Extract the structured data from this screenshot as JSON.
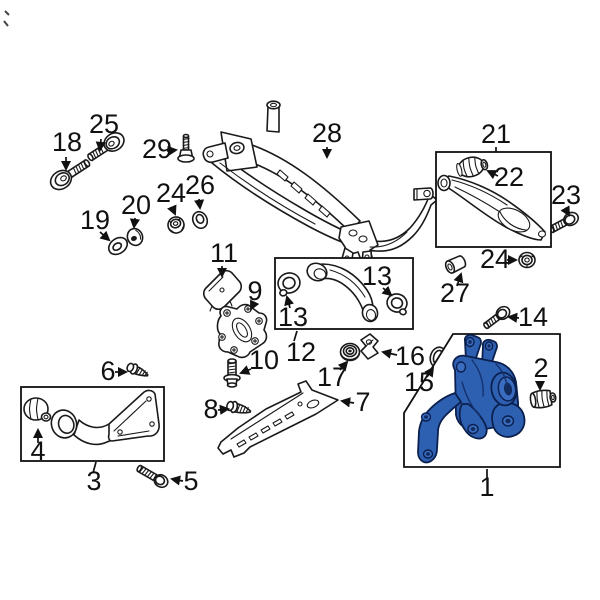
{
  "figure": {
    "type": "exploded-parts-diagram",
    "subject": "rear-suspension-components",
    "background_color": "#ffffff",
    "line_color": "#1a1a1a",
    "highlight_color": "#2e60b2",
    "highlighted_part_number": "1"
  },
  "callouts": [
    {
      "number": "18",
      "shape": "bolt"
    },
    {
      "number": "25",
      "shape": "bolt"
    },
    {
      "number": "29",
      "shape": "flange-screw"
    },
    {
      "number": "28",
      "shape": "crossmember"
    },
    {
      "number": "21",
      "shape": "lower-arm-group-box"
    },
    {
      "number": "22",
      "shape": "bushing"
    },
    {
      "number": "23",
      "shape": "bolt"
    },
    {
      "number": "24",
      "shape": "flange-nut"
    },
    {
      "number": "27",
      "shape": "sleeve"
    },
    {
      "number": "19",
      "shape": "washer"
    },
    {
      "number": "20",
      "shape": "grommet"
    },
    {
      "number": "24",
      "shape": "flange-nut"
    },
    {
      "number": "26",
      "shape": "washer"
    },
    {
      "number": "11",
      "shape": "cover-plate"
    },
    {
      "number": "9",
      "shape": "bracket"
    },
    {
      "number": "13",
      "shape": "bushing"
    },
    {
      "number": "12",
      "shape": "upper-link-group-box"
    },
    {
      "number": "13",
      "shape": "bushing"
    },
    {
      "number": "10",
      "shape": "flange-bolt"
    },
    {
      "number": "8",
      "shape": "screw"
    },
    {
      "number": "7",
      "shape": "shield-plate"
    },
    {
      "number": "17",
      "shape": "rubber-mount"
    },
    {
      "number": "16",
      "shape": "clip"
    },
    {
      "number": "15",
      "shape": "seal-ring"
    },
    {
      "number": "14",
      "shape": "bolt"
    },
    {
      "number": "2",
      "shape": "bushing"
    },
    {
      "number": "1",
      "shape": "knuckle-highlighted"
    },
    {
      "number": "6",
      "shape": "screw"
    },
    {
      "number": "4",
      "shape": "bushing"
    },
    {
      "number": "3",
      "shape": "trailing-arm-group-box"
    },
    {
      "number": "5",
      "shape": "bolt"
    }
  ]
}
